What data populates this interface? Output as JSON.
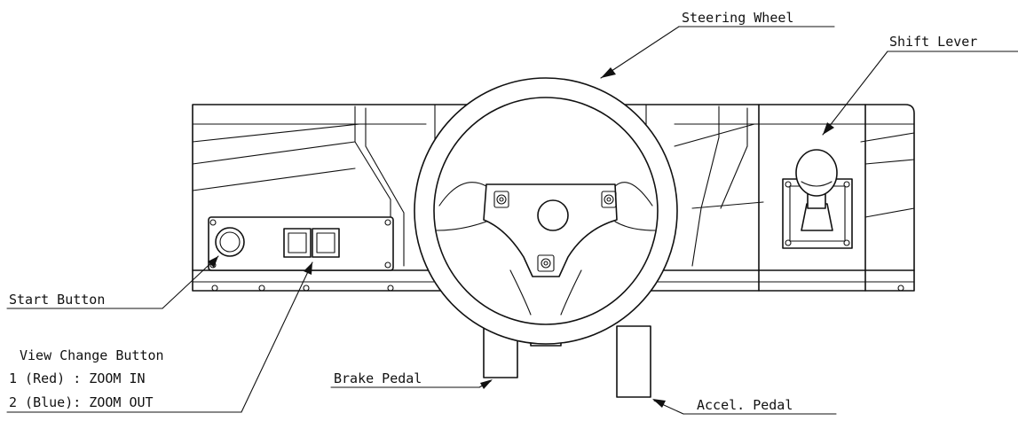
{
  "labels": {
    "steering_wheel": "Steering Wheel",
    "shift_lever": "Shift Lever",
    "start_button": "Start Button",
    "view_change_title": "View Change Button",
    "view_change_line1": "1 (Red) : ZOOM IN",
    "view_change_line2": "2 (Blue): ZOOM OUT",
    "brake_pedal": "Brake Pedal",
    "accel_pedal": "Accel. Pedal"
  },
  "colors": {
    "line": "#111111",
    "background": "#ffffff"
  }
}
